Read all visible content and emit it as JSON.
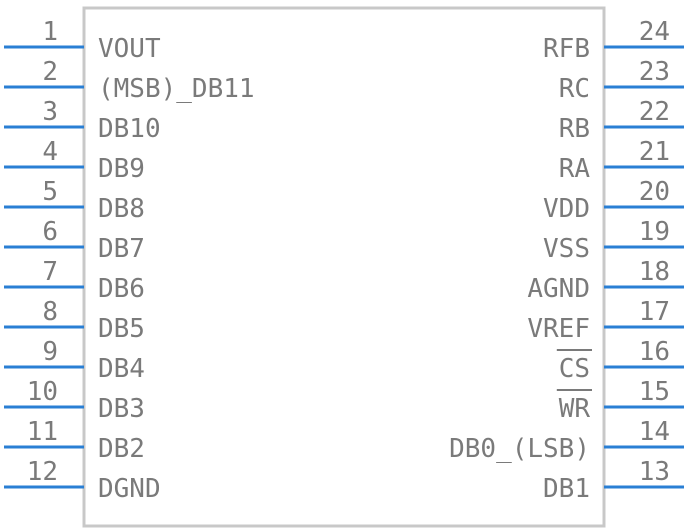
{
  "colors": {
    "body_outline": "#c8c8c8",
    "pin_line": "#2a7fd4",
    "text": "#7a7a7a"
  },
  "left_pins": [
    {
      "number": "1",
      "name": "VOUT"
    },
    {
      "number": "2",
      "name": "(MSB)_DB11"
    },
    {
      "number": "3",
      "name": "DB10"
    },
    {
      "number": "4",
      "name": "DB9"
    },
    {
      "number": "5",
      "name": "DB8"
    },
    {
      "number": "6",
      "name": "DB7"
    },
    {
      "number": "7",
      "name": "DB6"
    },
    {
      "number": "8",
      "name": "DB5"
    },
    {
      "number": "9",
      "name": "DB4"
    },
    {
      "number": "10",
      "name": "DB3"
    },
    {
      "number": "11",
      "name": "DB2"
    },
    {
      "number": "12",
      "name": "DGND"
    }
  ],
  "right_pins": [
    {
      "number": "24",
      "name": "RFB"
    },
    {
      "number": "23",
      "name": "RC"
    },
    {
      "number": "22",
      "name": "RB"
    },
    {
      "number": "21",
      "name": "RA"
    },
    {
      "number": "20",
      "name": "VDD"
    },
    {
      "number": "19",
      "name": "VSS"
    },
    {
      "number": "18",
      "name": "AGND"
    },
    {
      "number": "17",
      "name": "VREF"
    },
    {
      "number": "16",
      "name": "CS",
      "overline": true
    },
    {
      "number": "15",
      "name": "WR",
      "overline": true
    },
    {
      "number": "14",
      "name": "DB0_(LSB)"
    },
    {
      "number": "13",
      "name": "DB1"
    }
  ]
}
